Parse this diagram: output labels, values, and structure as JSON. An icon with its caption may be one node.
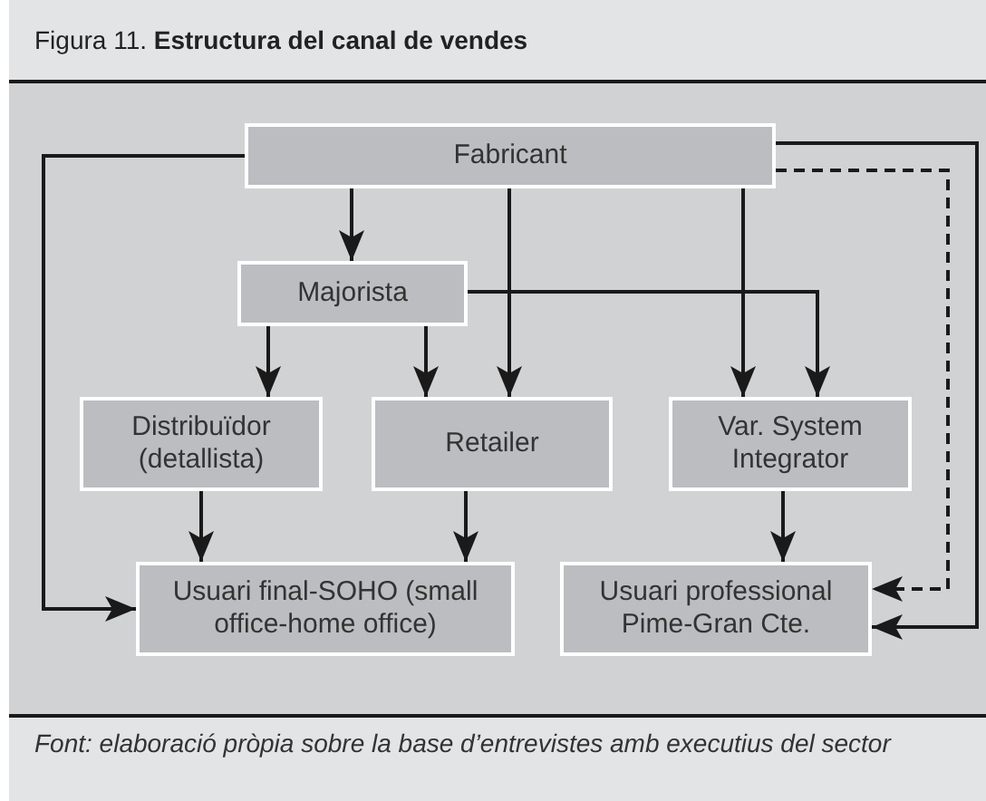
{
  "diagram": {
    "title": "Figura 11. **Estructura del canal de vendes**",
    "caption": "Font: elaboració pròpia sobre la base d’entrevistes amb executius del sector",
    "nodes": [
      {
        "text": [
          "Fabricant"
        ]
      },
      {
        "text": [
          "Majorista"
        ]
      },
      {
        "text": [
          "Distribuïdor (detallista)"
        ]
      },
      {
        "text": [
          "Retailer"
        ]
      },
      {
        "text": [
          "Var. System Integrator"
        ]
      },
      {
        "text": [
          "Usuari final-SOHO (small office-home office)"
        ]
      },
      {
        "text": [
          "Usuari professional Pime-Gran Cte."
        ]
      }
    ],
    "edges": [
      {
        "from": 0,
        "to": 1,
        "arrow": "to"
      },
      {
        "from": 0,
        "to": 3,
        "arrow": "to"
      },
      {
        "from": 0,
        "to": 4,
        "arrow": "to"
      },
      {
        "from": 1,
        "to": 2,
        "arrow": "to"
      },
      {
        "from": 1,
        "to": 3,
        "arrow": "to"
      },
      {
        "from": 1,
        "to": 4,
        "arrow": "to"
      },
      {
        "from": 2,
        "to": 5,
        "arrow": "to"
      },
      {
        "from": 3,
        "to": 5,
        "arrow": "to"
      },
      {
        "from": 4,
        "to": 6,
        "arrow": "to"
      },
      {
        "from": 0,
        "to": 5,
        "arrow": "to"
      },
      {
        "from": 0,
        "to": 6,
        "arrow": "to"
      },
      {
        "from": 0,
        "to": 6,
        "arrow": "to",
        "style": "dashed"
      }
    ]
  }
}
